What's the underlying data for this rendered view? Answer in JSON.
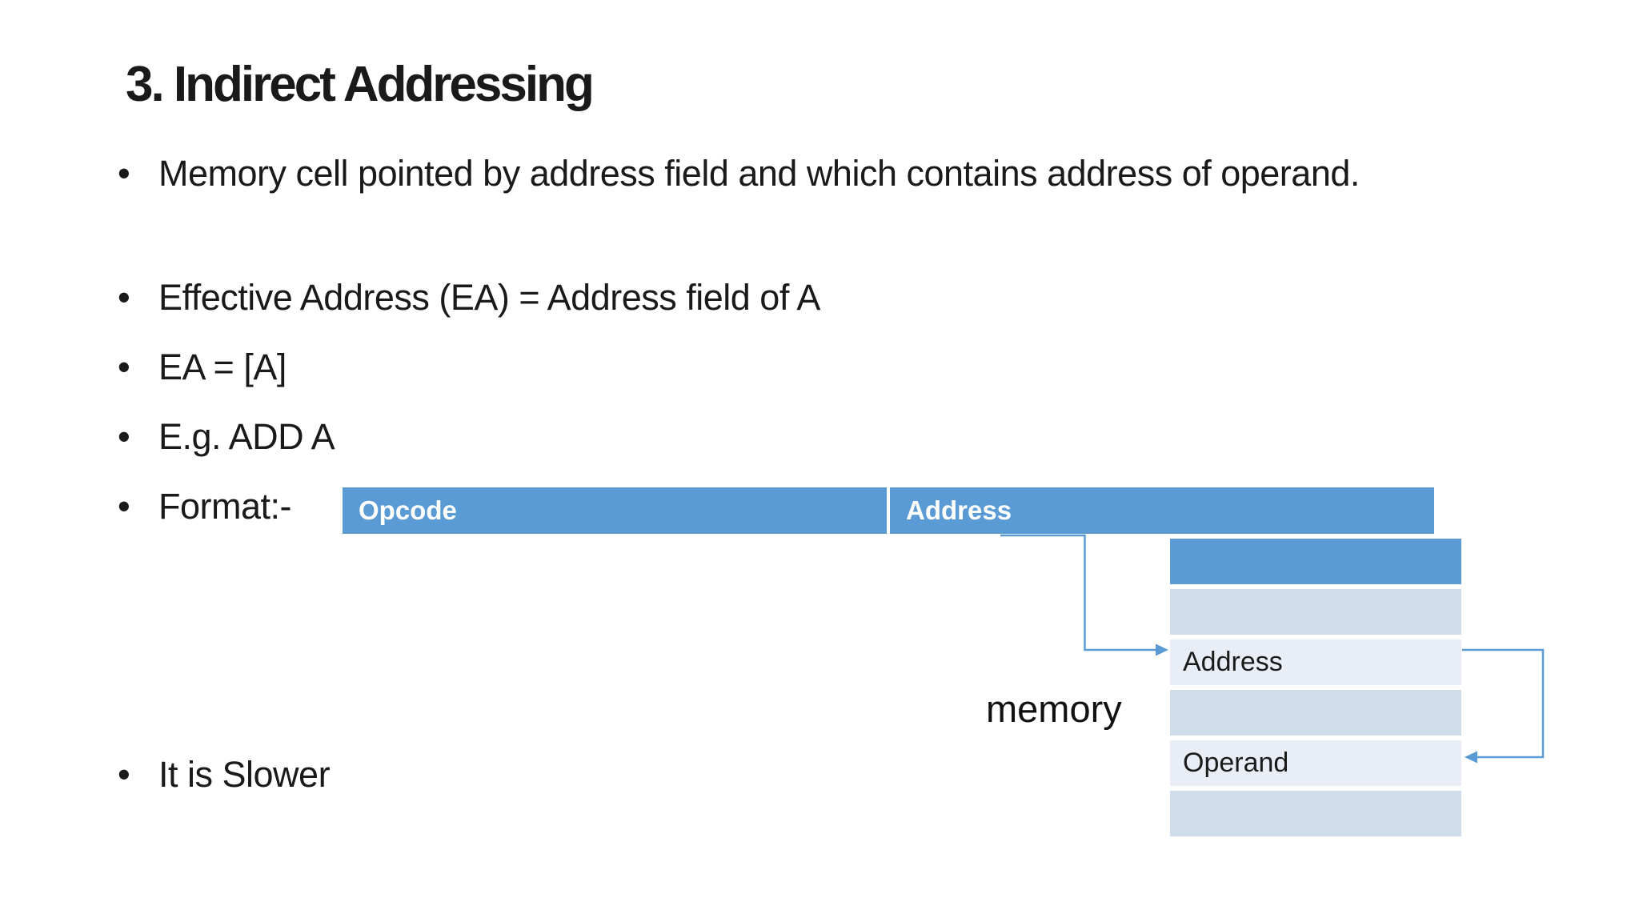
{
  "slide": {
    "title": "3. Indirect Addressing",
    "bullets": [
      {
        "text": "Memory cell pointed by address field and which contains address of operand."
      },
      {
        "text": "Effective Address (EA) = Address field of A"
      },
      {
        "text": "EA = [A]"
      },
      {
        "text": "E.g. ADD A"
      },
      {
        "text": "Format:-"
      },
      {
        "text": "It is Slower"
      }
    ],
    "format_bar": {
      "opcode_label": "Opcode",
      "address_label": "Address"
    },
    "memory_label": "memory",
    "memory_table": {
      "rows": [
        {
          "type": "header",
          "text": ""
        },
        {
          "type": "band-dark",
          "text": ""
        },
        {
          "type": "band-light",
          "text": "Address"
        },
        {
          "type": "band-dark",
          "text": ""
        },
        {
          "type": "band-light",
          "text": "Operand"
        },
        {
          "type": "band-dark",
          "text": ""
        }
      ]
    },
    "colors": {
      "accent": "#5b9bd5",
      "band_dark": "#cfdce9",
      "band_light": "#e9eef6",
      "connector": "#5b9bd5",
      "text": "#1a1a1a",
      "background": "#ffffff"
    }
  }
}
